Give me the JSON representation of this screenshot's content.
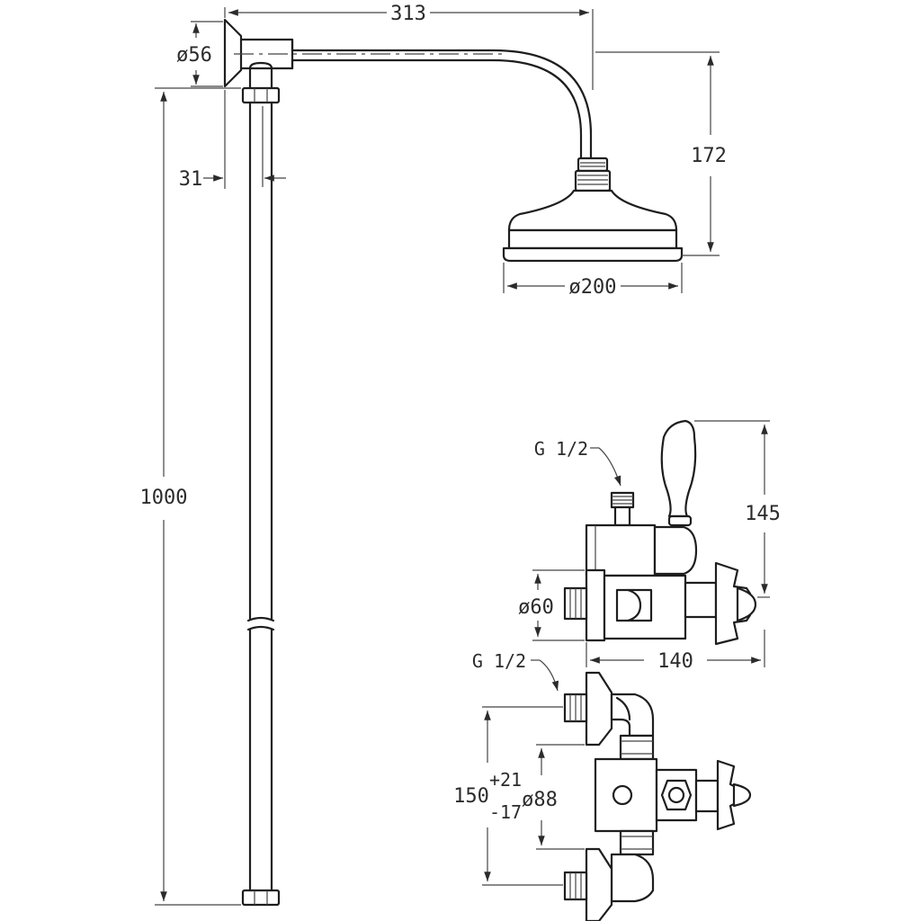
{
  "drawing": {
    "rail": {
      "overall_width": "313",
      "flange_diameter": "ø56",
      "wall_offset": "31",
      "height_to_head": "172",
      "head_diameter": "ø200",
      "riser_length": "1000"
    },
    "valve_side": {
      "inlet_thread": "G 1/2",
      "height": "145",
      "flange_diameter": "ø60",
      "depth": "140"
    },
    "valve_front": {
      "inlet_thread": "G 1/2",
      "centres": "150",
      "tolerance_plus": "+21",
      "tolerance_minus": "-17",
      "flange_diameter": "ø88"
    }
  }
}
